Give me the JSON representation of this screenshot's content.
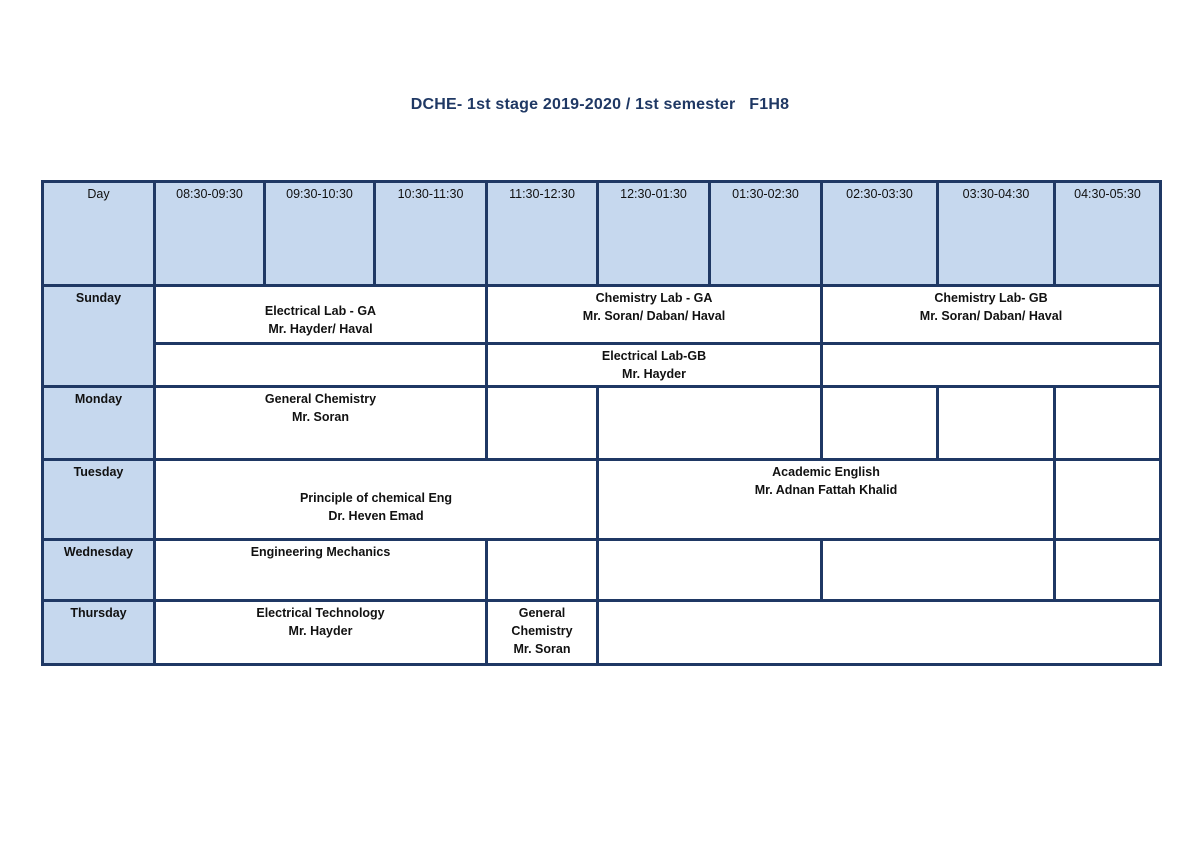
{
  "title": "DCHE- 1st stage 2019-2020 / 1st semester   F1H8",
  "header": {
    "day_label": "Day",
    "time_slots": [
      "08:30-09:30",
      "09:30-10:30",
      "10:30-11:30",
      "11:30-12:30",
      "12:30-01:30",
      "01:30-02:30",
      "02:30-03:30",
      "03:30-04:30",
      "04:30-05:30"
    ]
  },
  "days": {
    "sunday": "Sunday",
    "monday": "Monday",
    "tuesday": "Tuesday",
    "wednesday": "Wednesday",
    "thursday": "Thursday"
  },
  "sunday": {
    "electrical_lab_ga": {
      "course": "Electrical Lab - GA",
      "teacher": "Mr. Hayder/ Haval"
    },
    "chemistry_lab_ga": {
      "course": "Chemistry Lab - GA",
      "teacher": "Mr. Soran/ Daban/ Haval"
    },
    "chemistry_lab_gb": {
      "course": "Chemistry Lab- GB",
      "teacher": "Mr. Soran/ Daban/ Haval"
    },
    "electrical_lab_gb": {
      "course": "Electrical Lab-GB",
      "teacher": "Mr. Hayder"
    }
  },
  "monday": {
    "general_chemistry": {
      "course": "General Chemistry",
      "teacher": "Mr. Soran"
    }
  },
  "tuesday": {
    "principle_chem_eng": {
      "course": "Principle of chemical Eng",
      "teacher": "Dr. Heven Emad"
    },
    "academic_english": {
      "course": "Academic English",
      "teacher": "Mr. Adnan Fattah Khalid"
    }
  },
  "wednesday": {
    "engineering_mechanics": {
      "course": "Engineering Mechanics"
    }
  },
  "thursday": {
    "electrical_technology": {
      "course": "Electrical Technology",
      "teacher": "Mr. Hayder"
    },
    "general_chemistry": {
      "line1": "General",
      "line2": "Chemistry",
      "teacher": "Mr. Soran"
    }
  }
}
